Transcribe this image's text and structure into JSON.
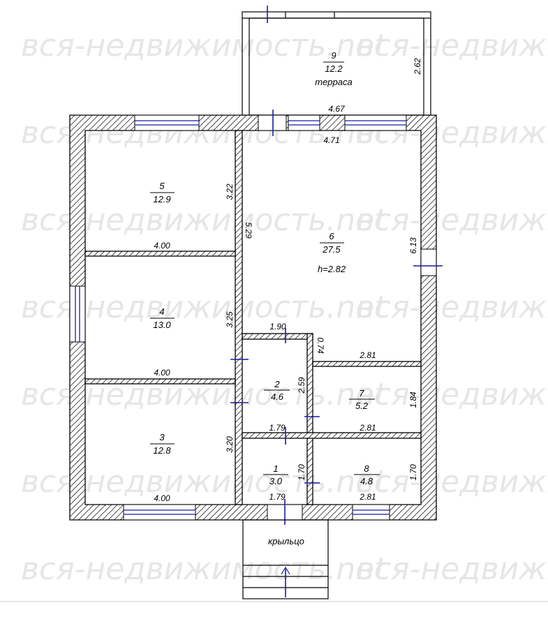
{
  "watermark": "вся-недвижимость.net",
  "rooms": [
    {
      "num": "1",
      "area": "3.0"
    },
    {
      "num": "2",
      "area": "4.6"
    },
    {
      "num": "3",
      "area": "12.8"
    },
    {
      "num": "4",
      "area": "13.0"
    },
    {
      "num": "5",
      "area": "12.9"
    },
    {
      "num": "6",
      "area": "27.5",
      "note": "h=2.82"
    },
    {
      "num": "7",
      "area": "5.2"
    },
    {
      "num": "8",
      "area": "4.8"
    },
    {
      "num": "9",
      "area": "12.2",
      "note": "терраса"
    }
  ],
  "porch": "крыльцо",
  "dims": {
    "terrace_w": "4.67",
    "terrace_h": "2.62",
    "r6_w": "4.71",
    "r6_h": "6.13",
    "r6_left": "5.29",
    "r5_h": "3.22",
    "r5_w": "4.00",
    "r4_h": "3.25",
    "r4_w": "4.00",
    "r3_h": "3.20",
    "r3_w": "4.00",
    "r2_top": "1.90",
    "r2_h": "2.59",
    "r2_w": "1.79",
    "r_small": "0.74",
    "r7_top": "2.81",
    "r7_h": "1.84",
    "r7_w": "2.81",
    "r1_h": "1.70",
    "r1_w": "1.79",
    "r8_h": "1.70",
    "r8_w": "2.81"
  },
  "colors": {
    "window": "#1a1aa0",
    "watermark": "#e6e6e6"
  }
}
